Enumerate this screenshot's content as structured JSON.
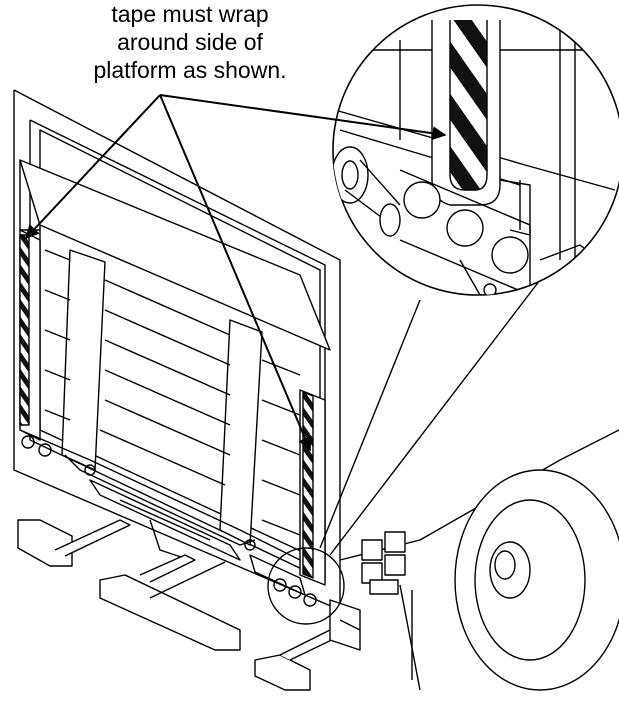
{
  "caption": {
    "lines": [
      "tape must wrap",
      "around side of",
      "platform as shown."
    ]
  },
  "colors": {
    "ink": "#000000",
    "paper": "#ffffff",
    "hatch": "#111111"
  },
  "icons": [
    "liftgate-platform-drawing",
    "detail-magnifier-circle",
    "leader-arrow"
  ]
}
